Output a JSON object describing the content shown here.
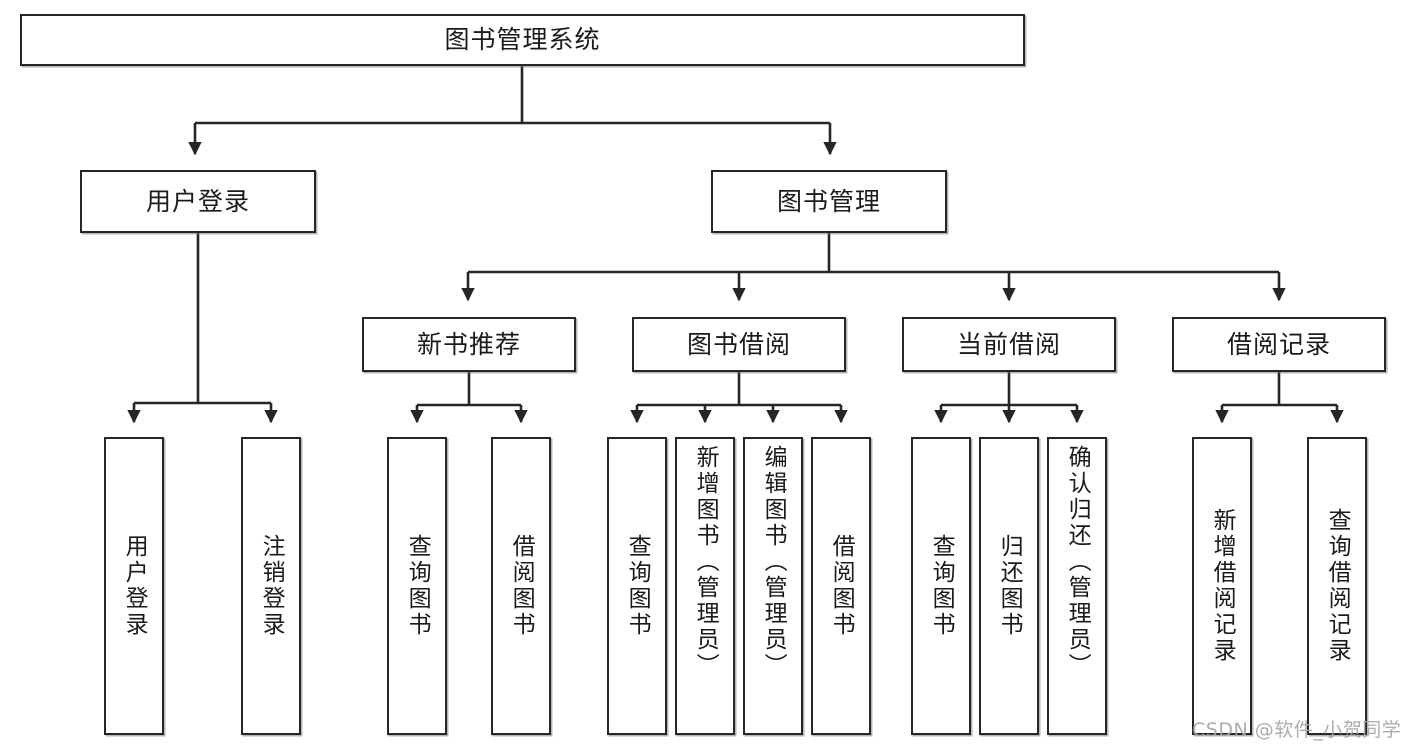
{
  "diagram": {
    "title": "图书管理系统",
    "type": "tree-hierarchy-chart",
    "root": {
      "label": "图书管理系统"
    },
    "level2": [
      {
        "label": "用户登录"
      },
      {
        "label": "图书管理"
      }
    ],
    "level3": [
      {
        "label": "新书推荐"
      },
      {
        "label": "图书借阅"
      },
      {
        "label": "当前借阅"
      },
      {
        "label": "借阅记录"
      }
    ],
    "leaves": {
      "user_login": [
        {
          "label": "用户登录"
        },
        {
          "label": "注销登录"
        }
      ],
      "new_book_recommend": [
        {
          "label": "查询图书"
        },
        {
          "label": "借阅图书"
        }
      ],
      "book_borrow": [
        {
          "label": "查询图书"
        },
        {
          "label": "新增图书（管理员）"
        },
        {
          "label": "编辑图书（管理员）"
        },
        {
          "label": "借阅图书"
        }
      ],
      "current_borrow": [
        {
          "label": "查询图书"
        },
        {
          "label": "归还图书"
        },
        {
          "label": "确认归还（管理员）"
        }
      ],
      "borrow_record": [
        {
          "label": "新增借阅记录"
        },
        {
          "label": "查询借阅记录"
        }
      ]
    }
  },
  "watermark": {
    "text": "CSDN @软件_小贺同学"
  },
  "colors": {
    "stroke": "#262626",
    "background": "#ffffff",
    "text": "#1b1b1b",
    "watermark": "#a8a8a8"
  }
}
